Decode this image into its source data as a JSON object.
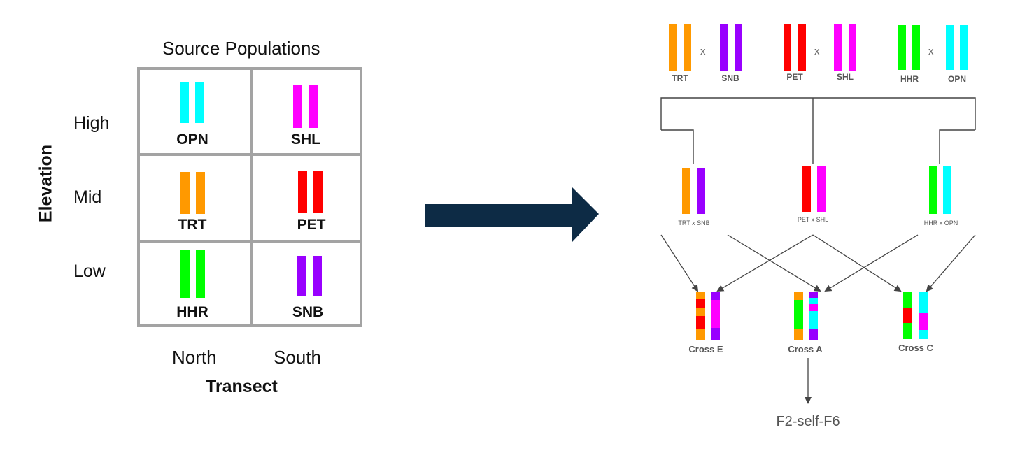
{
  "left_panel": {
    "title": "Source Populations",
    "y_axis_label": "Elevation",
    "x_axis_label": "Transect",
    "rows": [
      "High",
      "Mid",
      "Low"
    ],
    "columns": [
      "North",
      "South"
    ],
    "cells": [
      {
        "label": "OPN",
        "color": "#00ffff"
      },
      {
        "label": "SHL",
        "color": "#ff00ff"
      },
      {
        "label": "TRT",
        "color": "#ff9900"
      },
      {
        "label": "PET",
        "color": "#ff0000"
      },
      {
        "label": "HHR",
        "color": "#00ff00"
      },
      {
        "label": "SNB",
        "color": "#9900ff"
      }
    ]
  },
  "arrow": {
    "color": "#0d2b45"
  },
  "right_panel": {
    "parent_crosses": [
      {
        "a": "TRT",
        "b": "SNB",
        "symbol": "x"
      },
      {
        "a": "PET",
        "b": "SHL",
        "symbol": "x"
      },
      {
        "a": "HHR",
        "b": "OPN",
        "symbol": "x"
      }
    ],
    "f1": [
      "TRT x SNB",
      "PET x SHL",
      "HHR x OPN"
    ],
    "final_crosses": [
      "Cross E",
      "Cross A",
      "Cross C"
    ],
    "bottom_label": "F2-self-F6"
  },
  "colors": {
    "TRT": "#ff9900",
    "SNB": "#9900ff",
    "PET": "#ff0000",
    "SHL": "#ff00ff",
    "HHR": "#00ff00",
    "OPN": "#00ffff",
    "grid": "#a3a3a3",
    "line": "#555555"
  }
}
